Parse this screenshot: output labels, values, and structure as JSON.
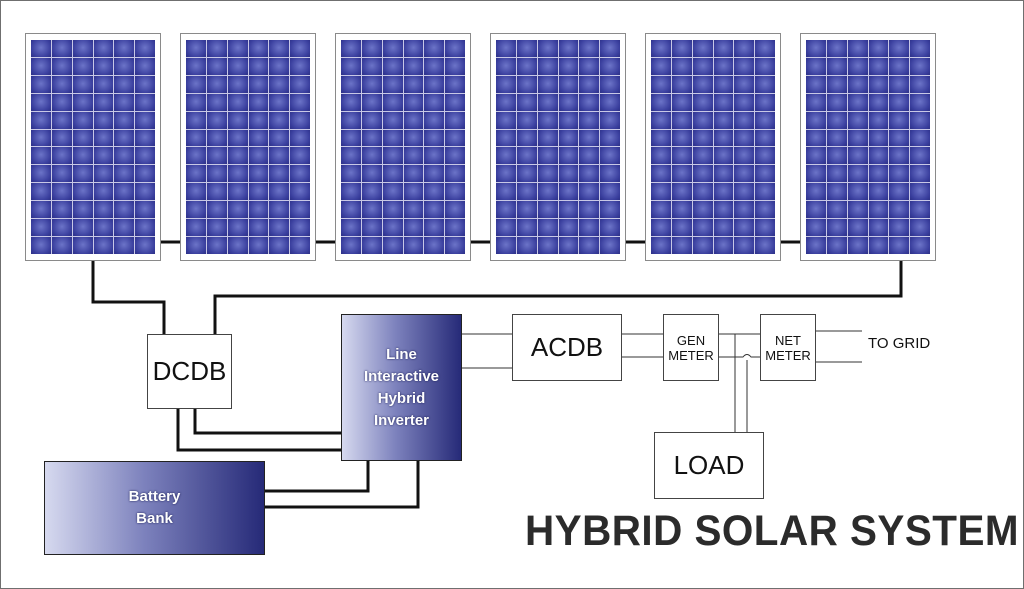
{
  "diagram": {
    "title": "HYBRID SOLAR SYSTEM",
    "panel_count": 6,
    "colors": {
      "cell_blue": "#3a3f9e",
      "wire": "#111111",
      "gradient_dark": "#262a78",
      "gradient_light": "#d6d9ef"
    },
    "components": {
      "dcdb": "DCDB",
      "inverter": "Line\nInteractive\nHybrid\nInverter",
      "battery": "Battery\nBank",
      "acdb": "ACDB",
      "gen_meter": "GEN\nMETER",
      "net_meter": "NET\nMETER",
      "load": "LOAD",
      "grid": "TO GRID"
    }
  }
}
